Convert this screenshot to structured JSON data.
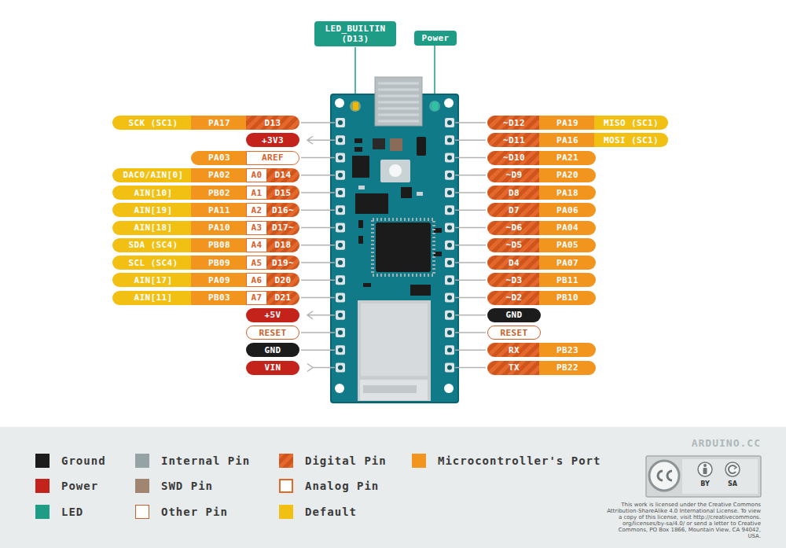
{
  "diagram": {
    "nodes": [
      {
        "text": [
          "LED_BUILTIN (D13)"
        ]
      },
      {
        "text": [
          "Power"
        ]
      },
      {
        "text": [
          "SCK (SC1)"
        ]
      },
      {
        "text": [
          "PA17"
        ]
      },
      {
        "text": [
          "D13"
        ]
      },
      {
        "text": [
          "~D12"
        ]
      },
      {
        "text": [
          "PA19"
        ]
      },
      {
        "text": [
          "MISO (SC1)"
        ]
      },
      {
        "text": [
          "+3V3"
        ]
      },
      {
        "text": [
          "~D11"
        ]
      },
      {
        "text": [
          "PA16"
        ]
      },
      {
        "text": [
          "MOSI (SC1)"
        ]
      },
      {
        "text": [
          "PA03"
        ]
      },
      {
        "text": [
          "AREF"
        ]
      },
      {
        "text": [
          "~D10"
        ]
      },
      {
        "text": [
          "PA21"
        ]
      },
      {
        "text": [
          "DAC0/AIN[0]"
        ]
      },
      {
        "text": [
          "PA02"
        ]
      },
      {
        "text": [
          "A0"
        ]
      },
      {
        "text": [
          "D14"
        ]
      },
      {
        "text": [
          "~D9"
        ]
      },
      {
        "text": [
          "PA20"
        ]
      },
      {
        "text": [
          "AIN[10]"
        ]
      },
      {
        "text": [
          "PB02"
        ]
      },
      {
        "text": [
          "A1"
        ]
      },
      {
        "text": [
          "D15"
        ]
      },
      {
        "text": [
          "D8"
        ]
      },
      {
        "text": [
          "PA18"
        ]
      },
      {
        "text": [
          "AIN[19]"
        ]
      },
      {
        "text": [
          "PA11"
        ]
      },
      {
        "text": [
          "A2"
        ]
      },
      {
        "text": [
          "D16~"
        ]
      },
      {
        "text": [
          "D7"
        ]
      },
      {
        "text": [
          "PA06"
        ]
      },
      {
        "text": [
          "AIN[18]"
        ]
      },
      {
        "text": [
          "PA10"
        ]
      },
      {
        "text": [
          "A3"
        ]
      },
      {
        "text": [
          "D17~"
        ]
      },
      {
        "text": [
          "~D6"
        ]
      },
      {
        "text": [
          "PA04"
        ]
      },
      {
        "text": [
          "SDA (SC4)"
        ]
      },
      {
        "text": [
          "PB08"
        ]
      },
      {
        "text": [
          "A4"
        ]
      },
      {
        "text": [
          "D18"
        ]
      },
      {
        "text": [
          "~D5"
        ]
      },
      {
        "text": [
          "PA05"
        ]
      },
      {
        "text": [
          "SCL (SC4)"
        ]
      },
      {
        "text": [
          "PB09"
        ]
      },
      {
        "text": [
          "A5"
        ]
      },
      {
        "text": [
          "D19~"
        ]
      },
      {
        "text": [
          "D4"
        ]
      },
      {
        "text": [
          "PA07"
        ]
      },
      {
        "text": [
          "AIN[17]"
        ]
      },
      {
        "text": [
          "PA09"
        ]
      },
      {
        "text": [
          "A6"
        ]
      },
      {
        "text": [
          "D20"
        ]
      },
      {
        "text": [
          "~D3"
        ]
      },
      {
        "text": [
          "PB11"
        ]
      },
      {
        "text": [
          "AIN[11]"
        ]
      },
      {
        "text": [
          "PB03"
        ]
      },
      {
        "text": [
          "A7"
        ]
      },
      {
        "text": [
          "D21"
        ]
      },
      {
        "text": [
          "~D2"
        ]
      },
      {
        "text": [
          "PB10"
        ]
      },
      {
        "text": [
          "+5V"
        ]
      },
      {
        "text": [
          "GND"
        ]
      },
      {
        "text": [
          "RESET"
        ]
      },
      {
        "text": [
          "RESET"
        ]
      },
      {
        "text": [
          "GND"
        ]
      },
      {
        "text": [
          "RX"
        ]
      },
      {
        "text": [
          "PB23"
        ]
      },
      {
        "text": [
          "VIN"
        ]
      },
      {
        "text": [
          "TX"
        ]
      },
      {
        "text": [
          "PB22"
        ]
      }
    ],
    "labels": [
      "ARDUINO.CC",
      "BY",
      "SA",
      "This work is licensed under the Creative Commons Attribution-ShareAlike 4.0 International License. To view a copy of this license, visit http://creativecommons. org/licenses/by-sa/4.0/ or send a letter to Creative Commons, PO Box 1866, Mountain View, CA 94042, USA."
    ],
    "legend": [
      {
        "text": "Ground",
        "color": "#1c1c1c"
      },
      {
        "text": "Internal Pin",
        "color": "#95a3a6"
      },
      {
        "text": "Digital Pin"
      },
      {
        "text": "Microcontroller's Port",
        "color": "#f1951f"
      },
      {
        "text": "Power",
        "color": "#c4231c"
      },
      {
        "text": "SWD Pin",
        "color": "#a08670"
      },
      {
        "text": "Analog Pin"
      },
      {
        "text": "LED",
        "color": "#1e9c85"
      },
      {
        "text": "Other Pin"
      },
      {
        "text": "Default",
        "color": "#f2bf13"
      }
    ]
  }
}
